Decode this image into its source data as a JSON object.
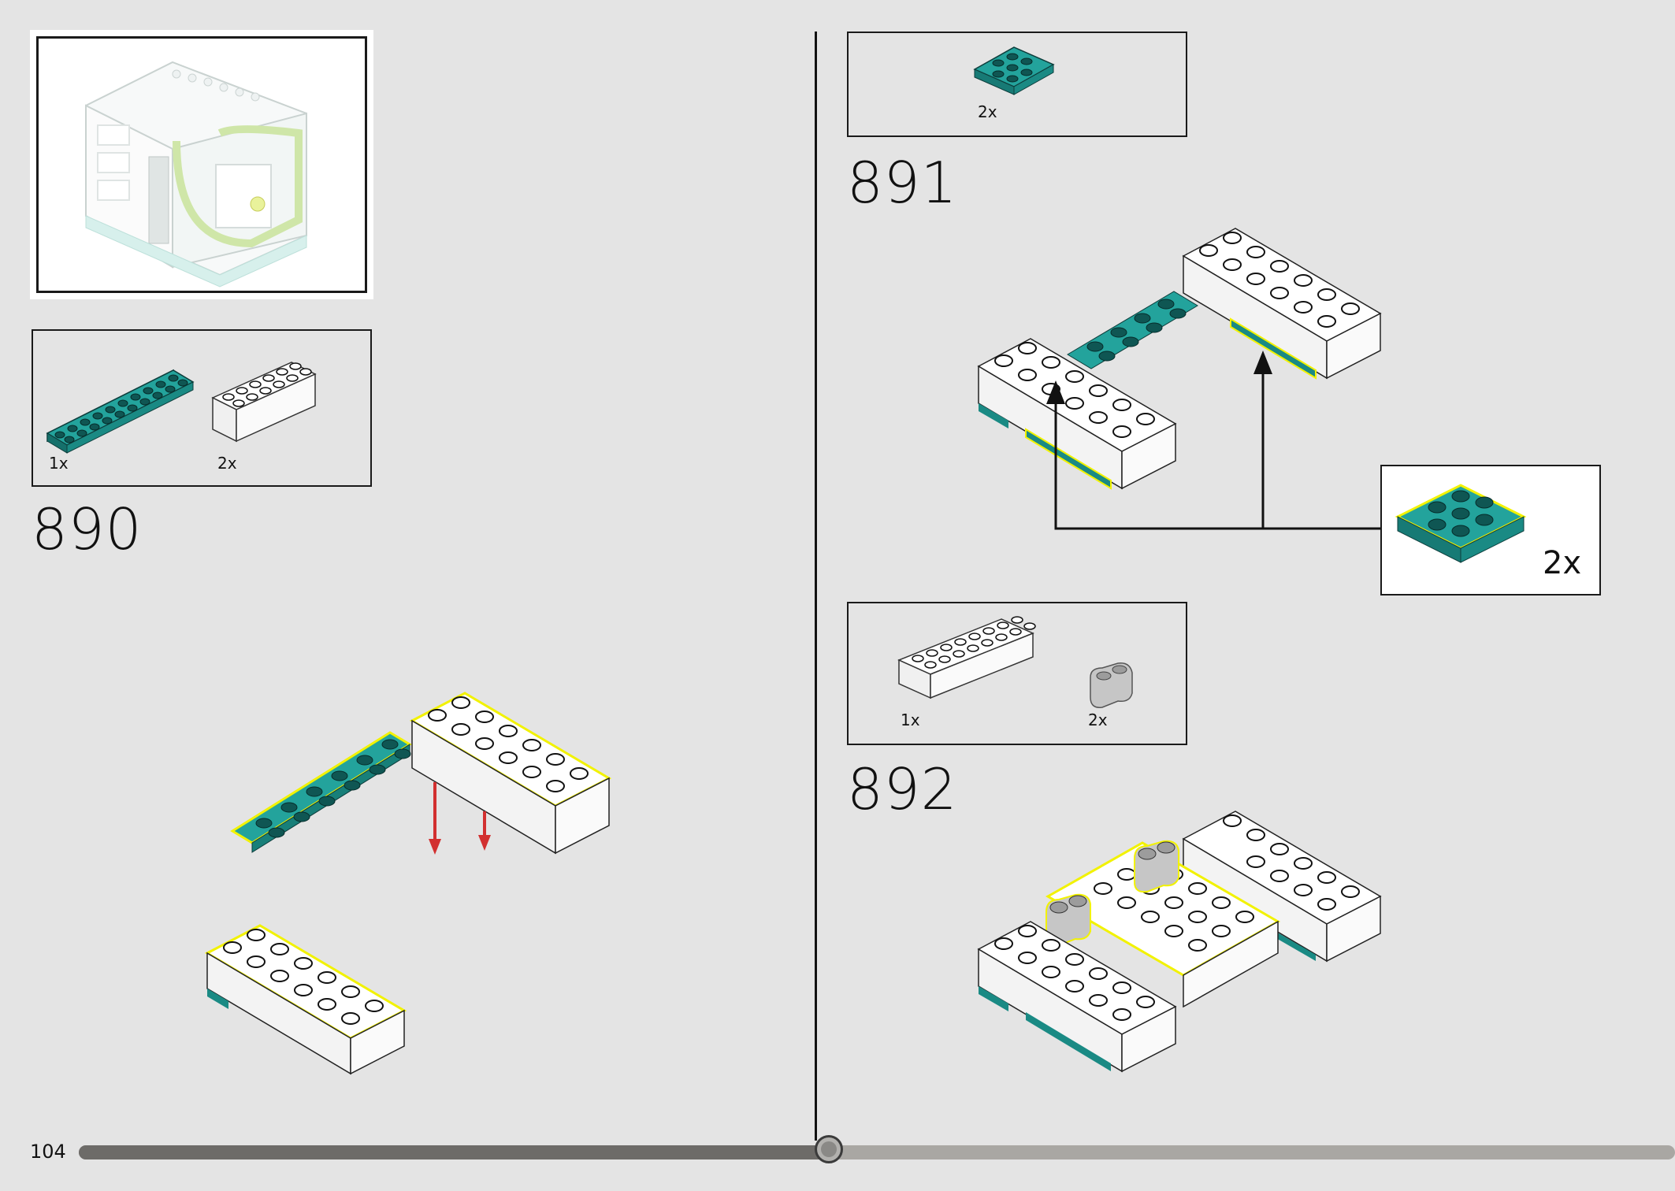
{
  "page": {
    "number": "104"
  },
  "progress": {
    "value": 0.47
  },
  "steps": [
    {
      "number": "890",
      "parts": [
        {
          "qty": "1x",
          "color": "teal",
          "piece": "plate 2x10"
        },
        {
          "qty": "2x",
          "color": "white",
          "piece": "brick 2x6"
        }
      ]
    },
    {
      "number": "891",
      "parts": [
        {
          "qty": "2x",
          "color": "teal",
          "piece": "plate 2x3"
        }
      ],
      "callout": {
        "qty": "2x"
      }
    },
    {
      "number": "892",
      "parts": [
        {
          "qty": "1x",
          "color": "white",
          "piece": "brick 2x8"
        },
        {
          "qty": "2x",
          "color": "light-grey",
          "piece": "brick 1x2 rounded"
        }
      ]
    }
  ],
  "colors": {
    "teal": "#1e9a94",
    "white": "#ffffff",
    "highlight": "#f2f200",
    "arrow_red": "#d23030",
    "background": "#e4e4e4"
  }
}
